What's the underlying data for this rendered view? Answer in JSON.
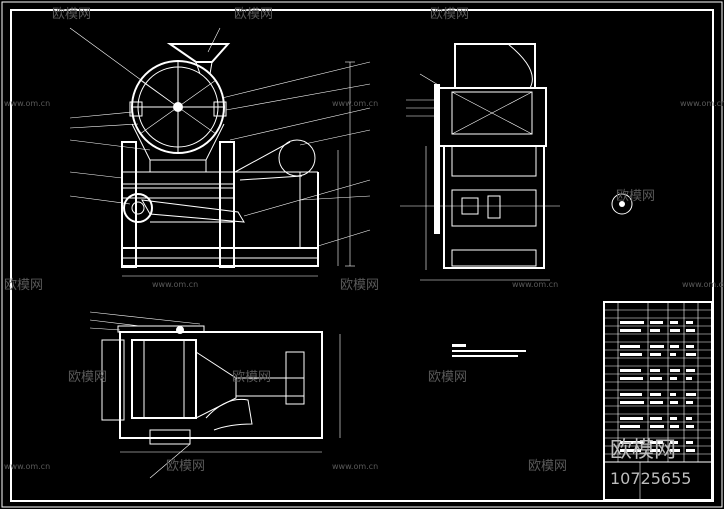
{
  "watermark": {
    "brand": "欧模网",
    "site": "www.om.cn",
    "id_text": "10725655"
  },
  "colors": {
    "background": "#000000",
    "linework": "#ffffff",
    "watermark": "#5a5a5a"
  }
}
